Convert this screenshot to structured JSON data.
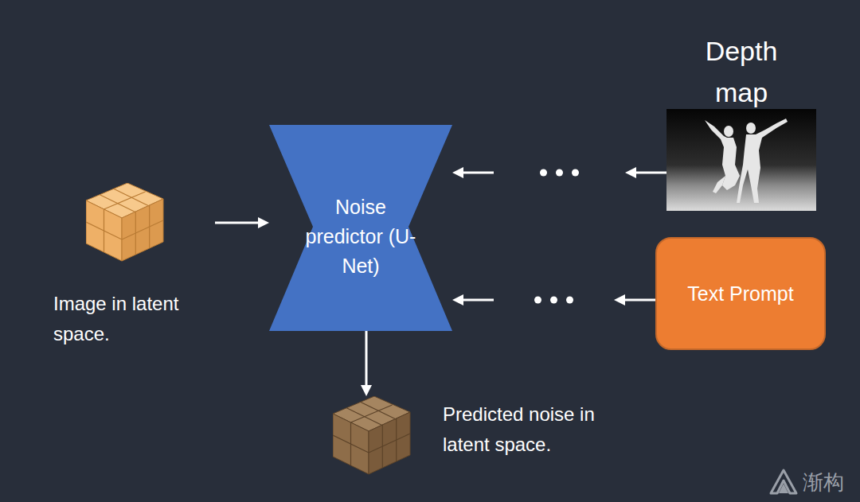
{
  "diagram": {
    "nodes": [
      {
        "text": [
          "Depth map"
        ]
      },
      {
        "text": [
          "Image in latent space."
        ]
      },
      {
        "text": [
          "Noise predictor (U-Net)"
        ]
      },
      {
        "text": [
          "Text Prompt"
        ]
      },
      {
        "text": [
          "Predicted noise in latent space."
        ]
      }
    ],
    "edges": [
      {
        "from": 1,
        "to": 2,
        "arrow": "to"
      },
      {
        "from": 0,
        "to": 2,
        "arrow": "to"
      },
      {
        "from": 3,
        "to": 2,
        "arrow": "to"
      },
      {
        "from": 2,
        "to": 4,
        "arrow": "to"
      }
    ],
    "labels": [
      "渐构"
    ]
  }
}
